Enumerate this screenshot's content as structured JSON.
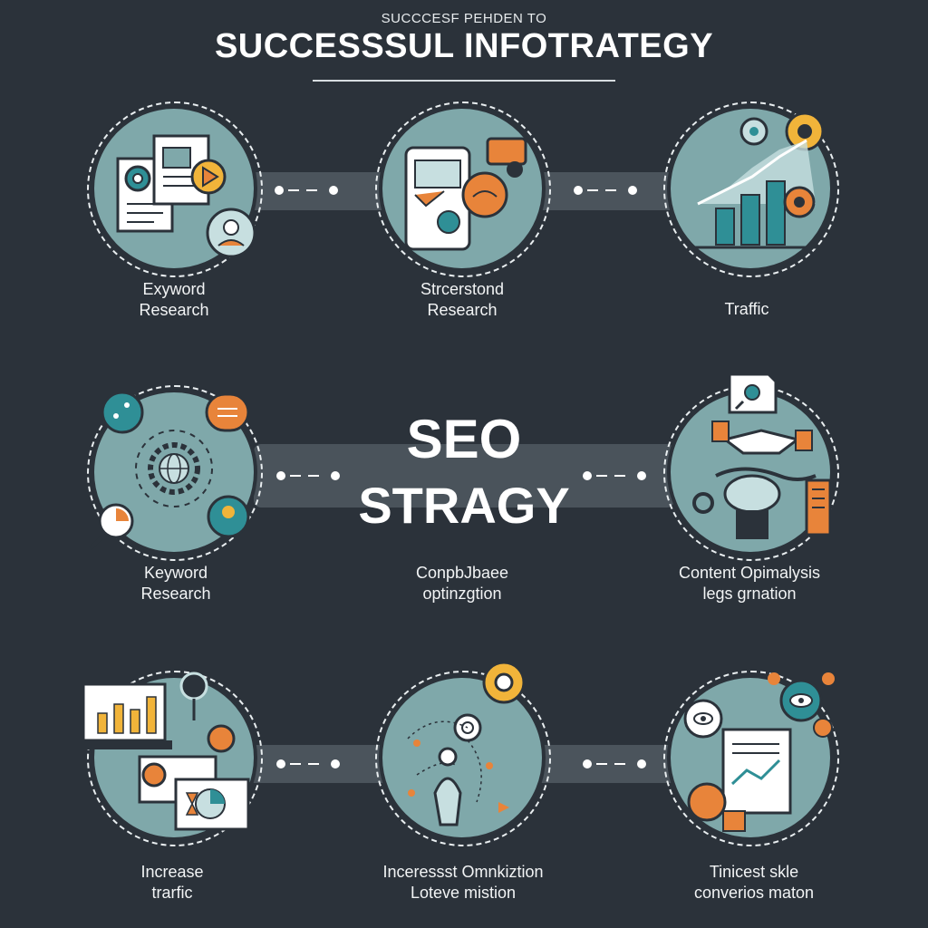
{
  "header": {
    "subtitle": "SUCCCESF PEHDEN TO",
    "title": "SUCCESSSUL INFOTRATEGY"
  },
  "center": {
    "line1": "SEO",
    "line2": "STRAGY"
  },
  "nodes": [
    {
      "line1": "Exyword",
      "line2": "Research"
    },
    {
      "line1": "Strcerstond",
      "line2": "Research"
    },
    {
      "line1": "Traffic",
      "line2": ""
    },
    {
      "line1": "Keyword",
      "line2": "Research"
    },
    {
      "line1": "ConpbJbaee",
      "line2": "optinzgtion"
    },
    {
      "line1": "Content Opimalysis",
      "line2": "legs grnation"
    },
    {
      "line1": "Increase",
      "line2": "trarfic"
    },
    {
      "line1": "Inceressst Omnkiztion",
      "line2": "Loteve mistion"
    },
    {
      "line1": "Tinicest skle",
      "line2": "converios maton"
    }
  ],
  "colors": {
    "background": "#2b323a",
    "circle": "#7fa8aa",
    "accent_orange": "#e8843a",
    "accent_teal": "#2f8f96",
    "accent_yellow": "#f1b43a",
    "ink": "#2b323a"
  },
  "icons": [
    "document-gear-icon",
    "mobile-chat-icon",
    "growth-chart-icon",
    "globe-gear-icon",
    "handshake-tools-icon",
    "laptop-analytics-icon",
    "network-person-icon",
    "report-eye-icon"
  ]
}
